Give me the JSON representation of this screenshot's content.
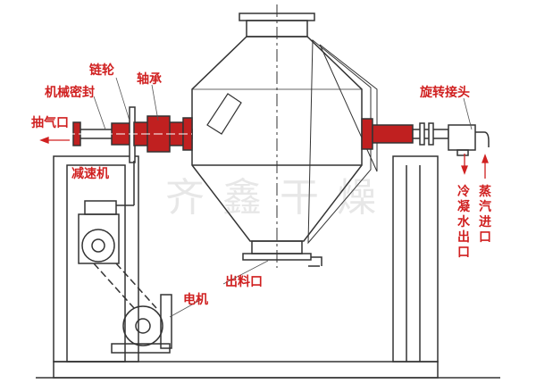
{
  "title": "双锥回转真空干燥机结构图",
  "labels": {
    "sprocket": "链轮",
    "bearing": "轴承",
    "mechanical_seal": "机械密封",
    "vacuum_outlet": "抽气口",
    "reducer": "减速机",
    "motor": "电机",
    "discharge": "出料口",
    "rotary_joint": "旋转接头",
    "condensate_outlet": "冷凝水出口",
    "steam_inlet": "蒸汽进口"
  },
  "watermark": "齐鑫干燥",
  "colors": {
    "label": "#d02020",
    "line": "#333333",
    "part": "#c02020"
  }
}
